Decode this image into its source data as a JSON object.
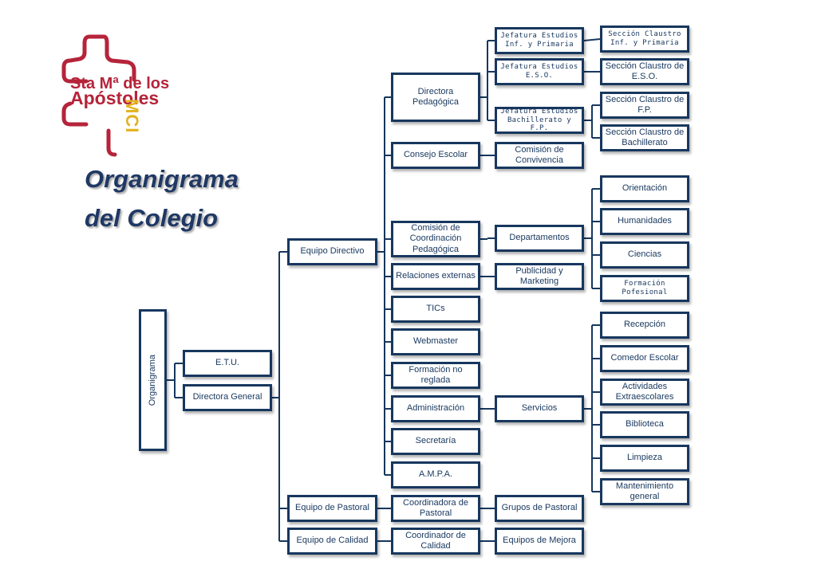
{
  "logo": {
    "line1": "Sta Mª de los",
    "line2": "Apóstoles",
    "mark": "MCI",
    "colors": {
      "red": "#b5243a",
      "yellow": "#e2b21f"
    }
  },
  "title": {
    "line1": "Organigrama",
    "line2": "del Colegio"
  },
  "nodes": {
    "root": "Organigrama",
    "etu": "E.T.U.",
    "directora_general": "Directora General",
    "equipo_directivo": "Equipo Directivo",
    "equipo_pastoral": "Equipo de Pastoral",
    "equipo_calidad": "Equipo de Calidad",
    "directora_pedagogica": "Directora\nPedagógica",
    "consejo_escolar": "Consejo Escolar",
    "comision_coordinacion": "Comisión de\nCoordinación\nPedagógica",
    "relaciones_externas": "Relaciones externas",
    "tics": "TICs",
    "webmaster": "Webmaster",
    "formacion_no_reglada": "Formación no\nreglada",
    "administracion": "Administración",
    "secretaria": "Secretaría",
    "ampa": "A.M.P.A.",
    "coord_pastoral": "Coordinadora de\nPastoral",
    "coord_calidad": "Coordinador de\nCalidad",
    "jef_inf_primaria": "Jefatura Estudios\nInf. y Primaria",
    "jef_eso": "Jefatura Estudios\nE.S.O.",
    "jef_bach_fp": "Jefatura Estudios\nBachillerato y F.P.",
    "comision_convivencia": "Comisión de\nConvivencia",
    "departamentos": "Departamentos",
    "publicidad_marketing": "Publicidad y\nMarketing",
    "servicios": "Servicios",
    "grupos_pastoral": "Grupos de Pastoral",
    "equipos_mejora": "Equipos de Mejora",
    "sec_claustro_inf_primaria": "Sección Claustro\nInf. y Primaria",
    "sec_claustro_eso": "Sección Claustro de\nE.S.O.",
    "sec_claustro_fp": "Sección Claustro de\nF.P.",
    "sec_claustro_bach": "Sección Claustro de\nBachillerato",
    "orientacion": "Orientación",
    "humanidades": "Humanidades",
    "ciencias": "Ciencias",
    "formacion_profesional": "Formación\nPofesional",
    "recepcion": "Recepción",
    "comedor_escolar": "Comedor Escolar",
    "actividades_extraescolares": "Actividades\nExtraescolares",
    "biblioteca": "Biblioteca",
    "limpieza": "Limpieza",
    "mantenimiento": "Mantenimiento\ngeneral"
  },
  "colors": {
    "border": "#17375e",
    "connector": "#17375e",
    "title": "#1f3864"
  }
}
